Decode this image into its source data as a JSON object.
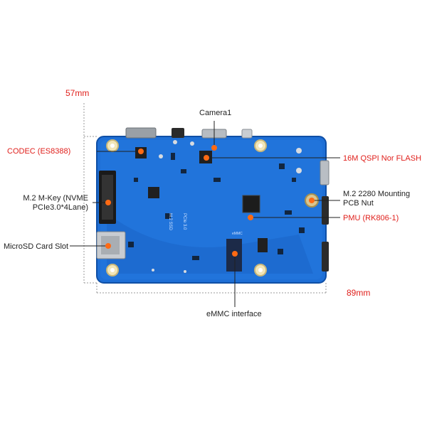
{
  "dimensions": {
    "width": "57mm",
    "length": "89mm"
  },
  "labels": {
    "camera": "Camera1",
    "codec": "CODEC (ES8388)",
    "qspi": "16M QSPI Nor FLASH",
    "m2_key_line1": "M.2 M-Key (NVME",
    "m2_key_line2": "PCIe3.0*4Lane)",
    "m2_nut_line1": "M.2 2280 Mounting",
    "m2_nut_line2": "PCB Nut",
    "pmu": "PMU (RK806-1)",
    "microsd": "MicroSD Card Slot",
    "emmc": "eMMC interface"
  },
  "board_silk": {
    "ssd": "M.2 SSD",
    "pcie": "PCIe 3.0",
    "emmc": "eMMC"
  },
  "colors": {
    "accent_red": "#e0201c",
    "pcb_blue": "#1e6fd6",
    "callout_orange": "#ff6a13"
  }
}
